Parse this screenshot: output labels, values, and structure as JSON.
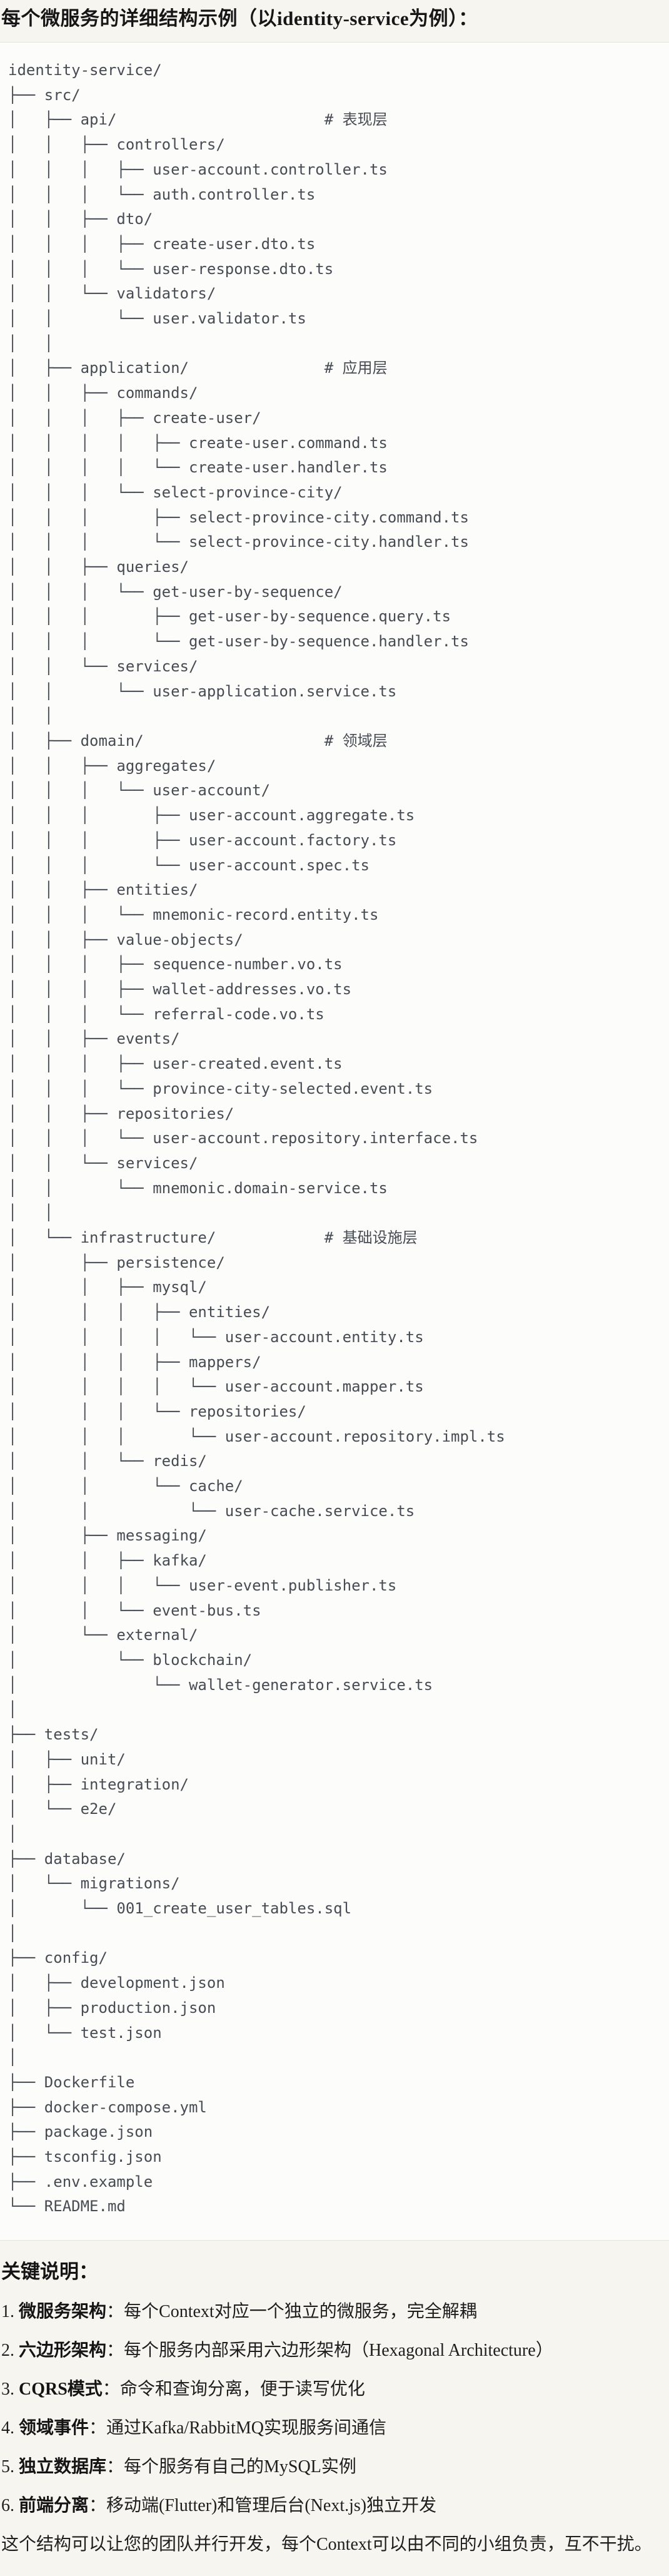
{
  "title": "每个微服务的详细结构示例（以identity-service为例）：",
  "colors": {
    "page_background": "#f7f5f0",
    "code_background": "#fcfcfa",
    "divider": "#e3e2dc",
    "code_text": "#474c54",
    "body_text": "#1e1e1e"
  },
  "code_block": {
    "language": "plaintext",
    "tree_lines": [
      "identity-service/",
      "├── src/",
      "│   ├── api/                       # 表现层",
      "│   │   ├── controllers/",
      "│   │   │   ├── user-account.controller.ts",
      "│   │   │   └── auth.controller.ts",
      "│   │   ├── dto/",
      "│   │   │   ├── create-user.dto.ts",
      "│   │   │   └── user-response.dto.ts",
      "│   │   └── validators/",
      "│   │       └── user.validator.ts",
      "│   │",
      "│   ├── application/               # 应用层",
      "│   │   ├── commands/",
      "│   │   │   ├── create-user/",
      "│   │   │   │   ├── create-user.command.ts",
      "│   │   │   │   └── create-user.handler.ts",
      "│   │   │   └── select-province-city/",
      "│   │   │       ├── select-province-city.command.ts",
      "│   │   │       └── select-province-city.handler.ts",
      "│   │   ├── queries/",
      "│   │   │   └── get-user-by-sequence/",
      "│   │   │       ├── get-user-by-sequence.query.ts",
      "│   │   │       └── get-user-by-sequence.handler.ts",
      "│   │   └── services/",
      "│   │       └── user-application.service.ts",
      "│   │",
      "│   ├── domain/                    # 领域层",
      "│   │   ├── aggregates/",
      "│   │   │   └── user-account/",
      "│   │   │       ├── user-account.aggregate.ts",
      "│   │   │       ├── user-account.factory.ts",
      "│   │   │       └── user-account.spec.ts",
      "│   │   ├── entities/",
      "│   │   │   └── mnemonic-record.entity.ts",
      "│   │   ├── value-objects/",
      "│   │   │   ├── sequence-number.vo.ts",
      "│   │   │   ├── wallet-addresses.vo.ts",
      "│   │   │   └── referral-code.vo.ts",
      "│   │   ├── events/",
      "│   │   │   ├── user-created.event.ts",
      "│   │   │   └── province-city-selected.event.ts",
      "│   │   ├── repositories/",
      "│   │   │   └── user-account.repository.interface.ts",
      "│   │   └── services/",
      "│   │       └── mnemonic.domain-service.ts",
      "│   │",
      "│   └── infrastructure/            # 基础设施层",
      "│       ├── persistence/",
      "│       │   ├── mysql/",
      "│       │   │   ├── entities/",
      "│       │   │   │   └── user-account.entity.ts",
      "│       │   │   ├── mappers/",
      "│       │   │   │   └── user-account.mapper.ts",
      "│       │   │   └── repositories/",
      "│       │   │       └── user-account.repository.impl.ts",
      "│       │   └── redis/",
      "│       │       └── cache/",
      "│       │           └── user-cache.service.ts",
      "│       ├── messaging/",
      "│       │   ├── kafka/",
      "│       │   │   └── user-event.publisher.ts",
      "│       │   └── event-bus.ts",
      "│       └── external/",
      "│           └── blockchain/",
      "│               └── wallet-generator.service.ts",
      "│",
      "├── tests/",
      "│   ├── unit/",
      "│   ├── integration/",
      "│   └── e2e/",
      "│",
      "├── database/",
      "│   └── migrations/",
      "│       └── 001_create_user_tables.sql",
      "│",
      "├── config/",
      "│   ├── development.json",
      "│   ├── production.json",
      "│   └── test.json",
      "│",
      "├── Dockerfile",
      "├── docker-compose.yml",
      "├── package.json",
      "├── tsconfig.json",
      "├── .env.example",
      "└── README.md"
    ]
  },
  "notes": {
    "heading": "关键说明：",
    "items": [
      {
        "num": "1. ",
        "label": "微服务架构",
        "colon": "：",
        "text": "每个Context对应一个独立的微服务，完全解耦"
      },
      {
        "num": "2. ",
        "label": "六边形架构",
        "colon": "：",
        "text": "每个服务内部采用六边形架构（Hexagonal Architecture）"
      },
      {
        "num": "3. ",
        "label": "CQRS模式",
        "colon": "：",
        "text": "命令和查询分离，便于读写优化"
      },
      {
        "num": "4. ",
        "label": "领域事件",
        "colon": "：",
        "text": "通过Kafka/RabbitMQ实现服务间通信"
      },
      {
        "num": "5. ",
        "label": "独立数据库",
        "colon": "：",
        "text": "每个服务有自己的MySQL实例"
      },
      {
        "num": "6. ",
        "label": "前端分离",
        "colon": "：",
        "text": "移动端(Flutter)和管理后台(Next.js)独立开发"
      }
    ],
    "footer": "这个结构可以让您的团队并行开发，每个Context可以由不同的小组负责，互不干扰。"
  }
}
